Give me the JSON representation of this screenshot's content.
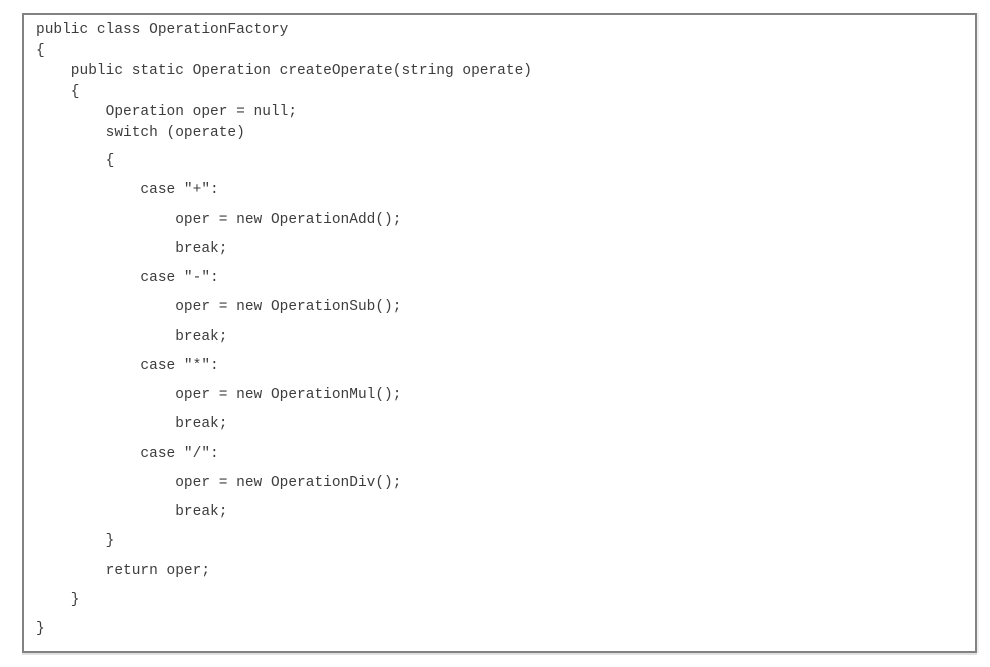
{
  "code_block": {
    "language": "csharp",
    "text_color": "#3d3d3d",
    "border_color": "#828282",
    "background": "#ffffff",
    "lines": [
      "public class OperationFactory",
      "{",
      "    public static Operation createOperate(string operate)",
      "    {",
      "        Operation oper = null;",
      "        switch (operate)",
      "        {",
      "            case \"+\":",
      "                oper = new OperationAdd();",
      "                break;",
      "            case \"-\":",
      "                oper = new OperationSub();",
      "                break;",
      "            case \"*\":",
      "                oper = new OperationMul();",
      "                break;",
      "            case \"/\":",
      "                oper = new OperationDiv();",
      "                break;",
      "        }",
      "        return oper;",
      "    }",
      "}"
    ]
  }
}
